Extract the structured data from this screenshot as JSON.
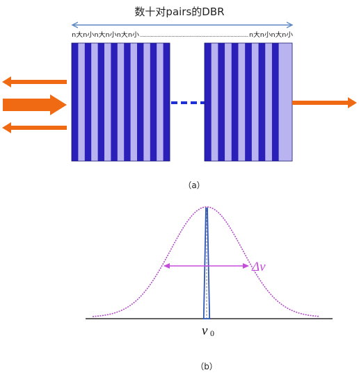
{
  "colors": {
    "dark_layer": "#2a1fb8",
    "light_layer": "#b9b3ef",
    "arrow_orange": "#f06a14",
    "span_arrow": "#5b86c4",
    "dashed_link": "#1f2fd6",
    "broad_curve": "#b048c8",
    "delta_arrow": "#c54ddc",
    "narrow_peak": "#2d56b8",
    "center_line": "#9a9a9a",
    "baseline": "#000000"
  },
  "diagram_a": {
    "title": "数十对pairs的DBR",
    "left_layer_labels": "n大n小n大n小n大n小",
    "dots": "...............................................................................",
    "right_layer_labels": "n大n小n大n小",
    "caption": "（a）",
    "left_stack_pattern": [
      "dark",
      "light",
      "dark",
      "light",
      "dark",
      "light",
      "dark",
      "light",
      "dark",
      "light",
      "dark",
      "light",
      "dark",
      "light",
      "dark"
    ],
    "right_stack_pattern": [
      "dark",
      "light",
      "dark",
      "light",
      "dark",
      "light",
      "dark",
      "light",
      "dark",
      "light",
      "dark",
      "light",
      "light"
    ]
  },
  "diagram_b": {
    "delta_label": "Δν",
    "center_label": "ν",
    "center_subscript": "0",
    "caption": "（b）"
  }
}
